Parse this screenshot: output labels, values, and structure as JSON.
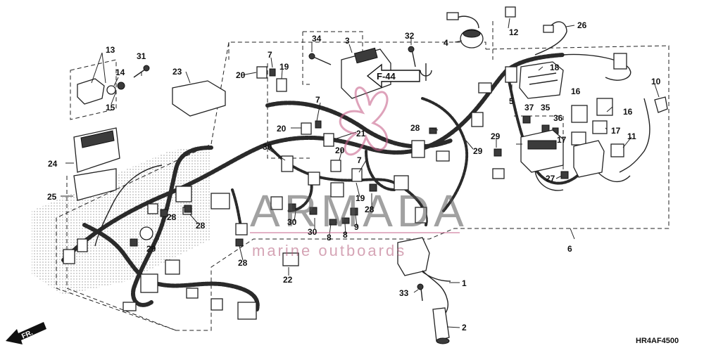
{
  "diagram": {
    "figure_code": "HR4AF4500",
    "reference_label": "F-44",
    "direction_label": "FR.",
    "watermark": {
      "brand": "ARMADA",
      "tagline": "marine outboards"
    },
    "part_labels": [
      "1",
      "2",
      "3",
      "4",
      "5",
      "6",
      "7",
      "8",
      "9",
      "10",
      "11",
      "12",
      "13",
      "14",
      "15",
      "16",
      "17",
      "18",
      "19",
      "20",
      "21",
      "22",
      "23",
      "24",
      "25",
      "26",
      "27",
      "28",
      "29",
      "30",
      "31",
      "32",
      "33",
      "34",
      "35",
      "36",
      "37"
    ]
  }
}
